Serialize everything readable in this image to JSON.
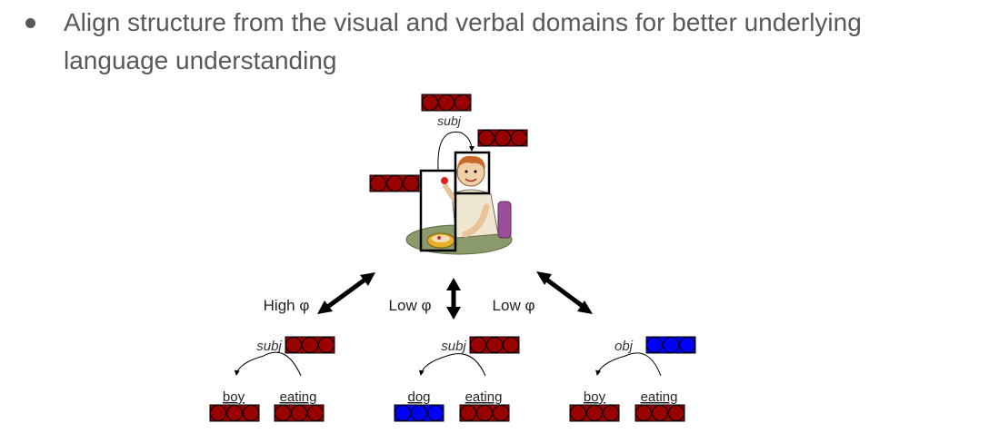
{
  "bullet": {
    "text_line1": "Align structure from the visual and verbal domains for better underlying",
    "text_line2": "language understanding"
  },
  "image_tree": {
    "relation_label": "subj"
  },
  "arrows": [
    {
      "label": "High φ"
    },
    {
      "label": "Low φ"
    },
    {
      "label": "Low φ"
    }
  ],
  "trees": [
    {
      "relation": "subj",
      "relation_color": "red",
      "words": [
        "boy",
        "eating"
      ],
      "word_colors": [
        "red",
        "red"
      ]
    },
    {
      "relation": "subj",
      "relation_color": "red",
      "words": [
        "dog",
        "eating"
      ],
      "word_colors": [
        "blue",
        "red"
      ]
    },
    {
      "relation": "obj",
      "relation_color": "blue",
      "words": [
        "boy",
        "eating"
      ],
      "word_colors": [
        "red",
        "red"
      ]
    }
  ],
  "colors": {
    "red": "#990000",
    "blue": "#0000ff",
    "text": "#595959",
    "ink": "#000000"
  }
}
